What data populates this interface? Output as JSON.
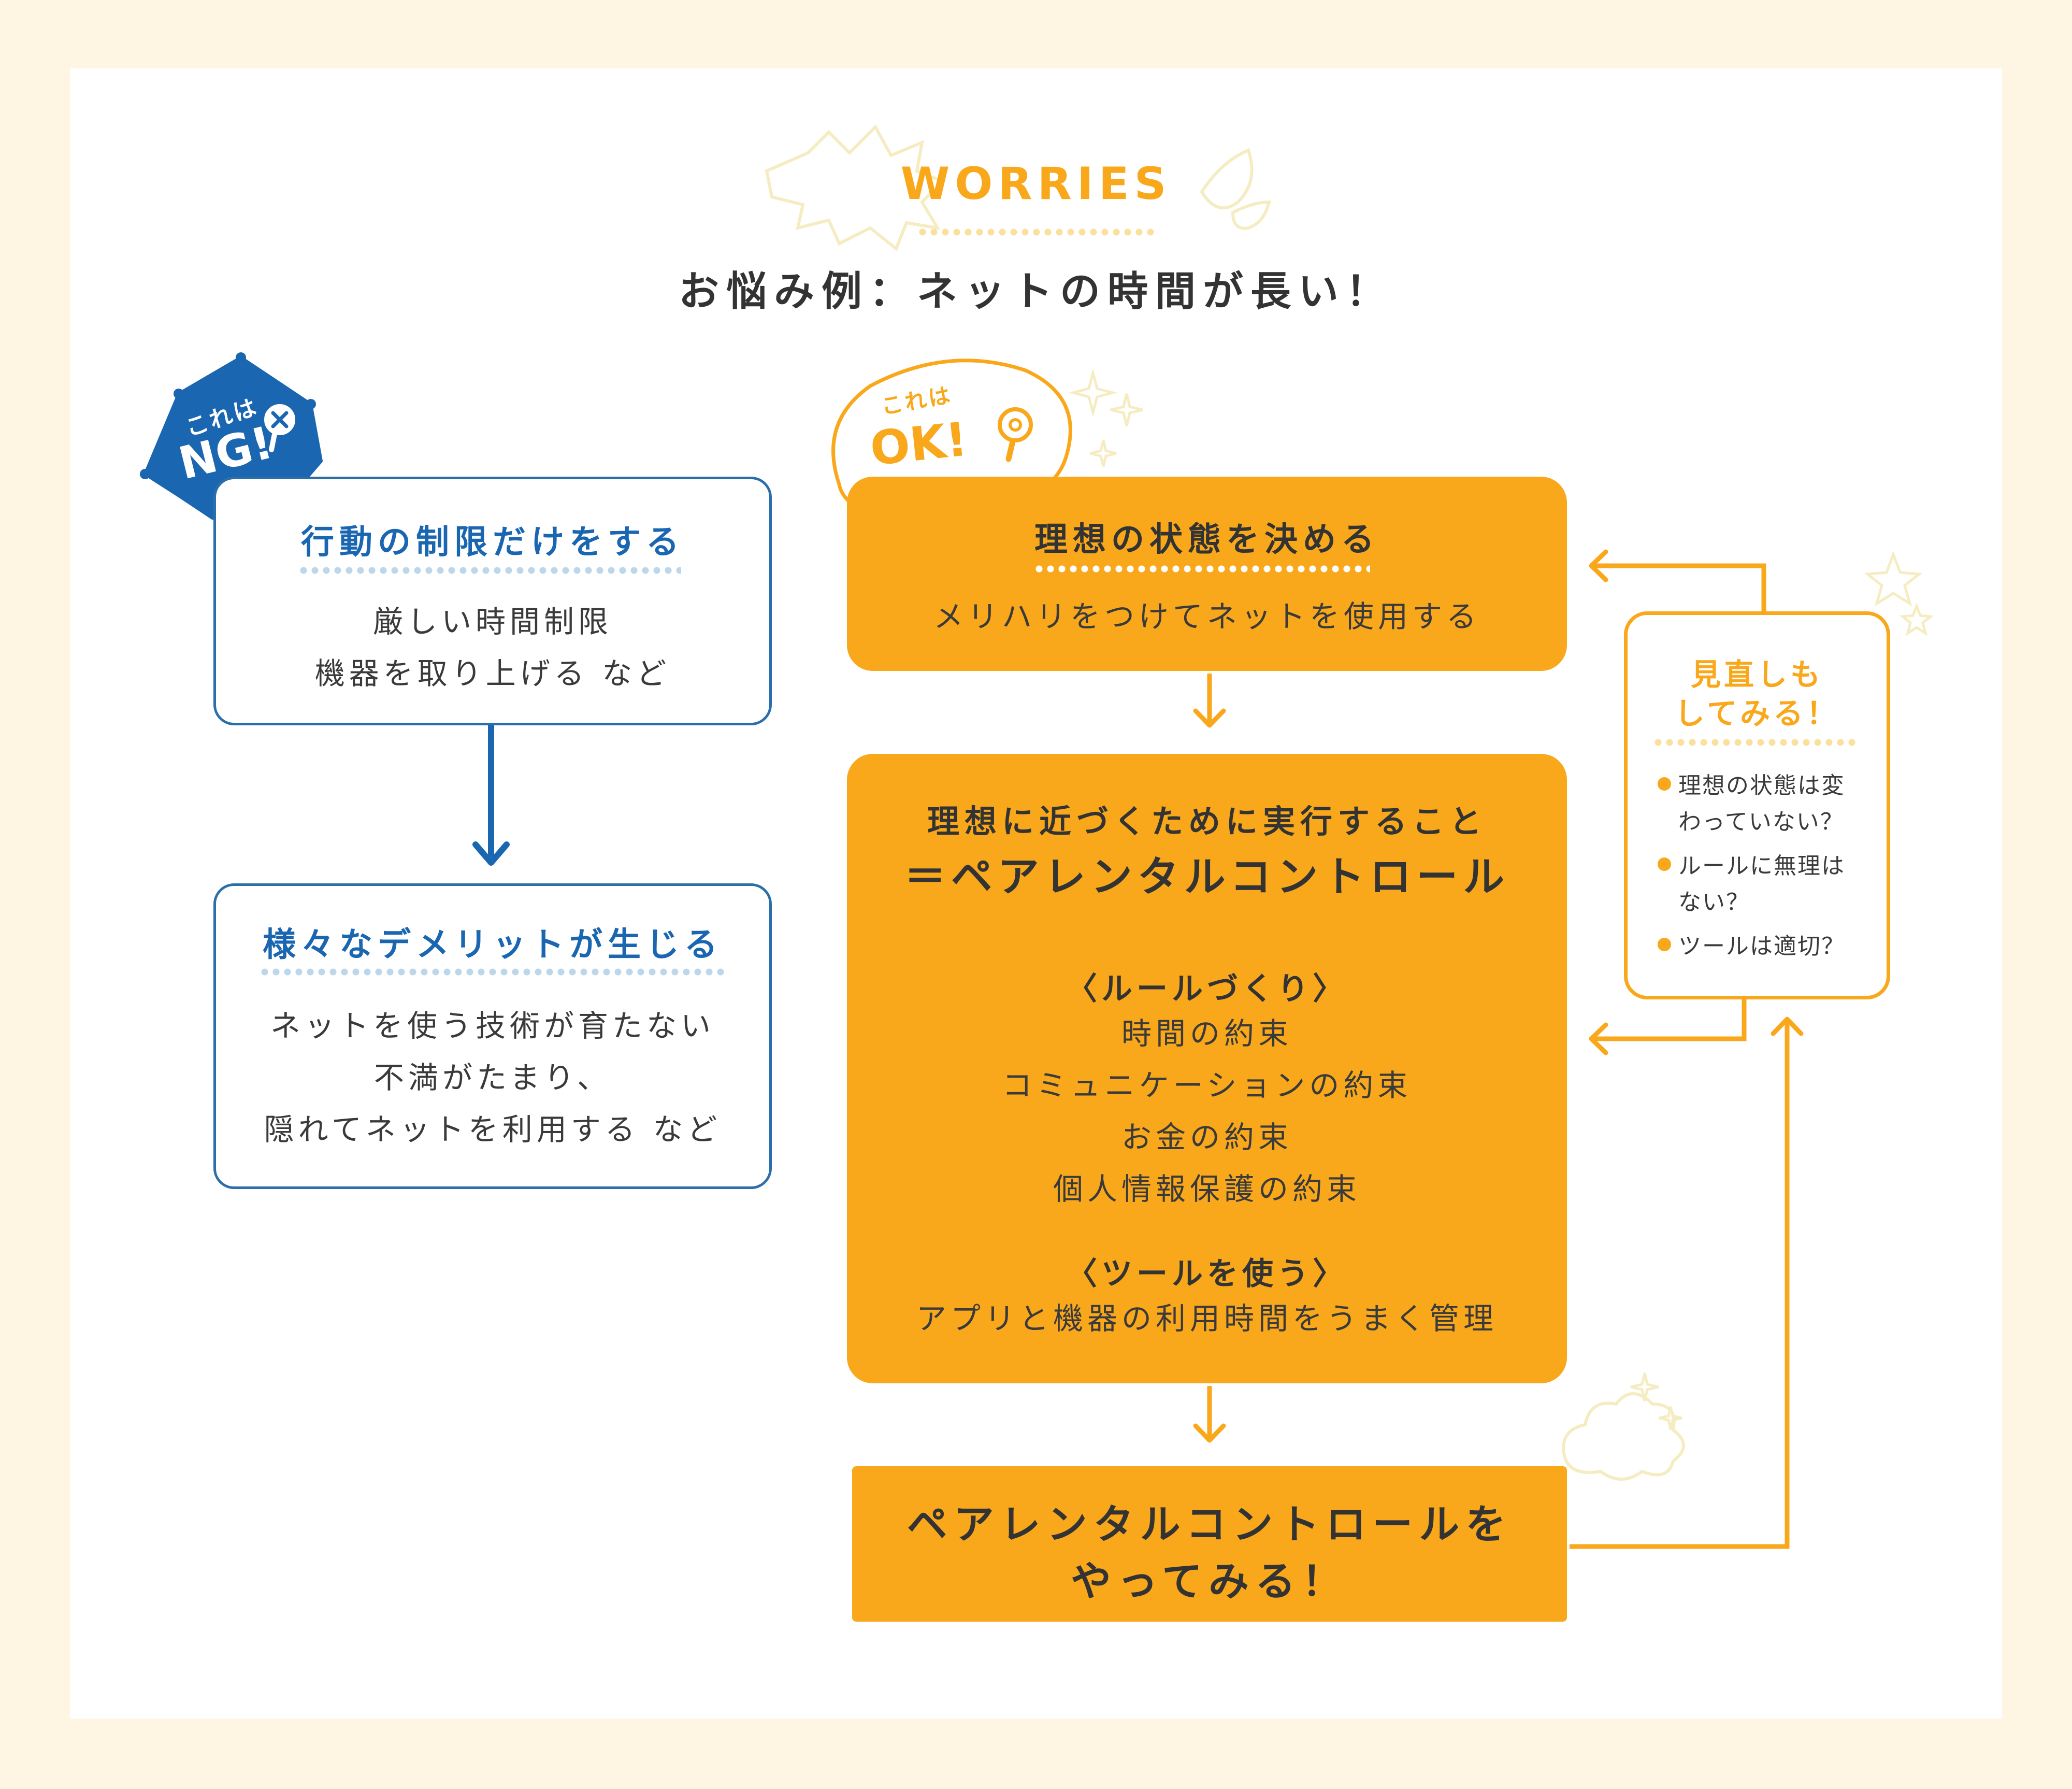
{
  "header": {
    "eyebrow": "WORRIES",
    "title": "お悩み例：ネットの時間が長い！"
  },
  "ng": {
    "badge_small": "これは",
    "badge_big": "NG!",
    "box1_title": "行動の制限だけをする",
    "box1_lines": [
      "厳しい時間制限",
      "機器を取り上げる など"
    ],
    "box2_title": "様々なデメリットが生じる",
    "box2_lines": [
      "ネットを使う技術が育たない",
      "不満がたまり、",
      "隠れてネットを利用する など"
    ]
  },
  "ok": {
    "badge_small": "これは",
    "badge_big": "OK!",
    "box1_title": "理想の状態を決める",
    "box1_line": "メリハリをつけてネットを使用する",
    "box2_title": "理想に近づくために実行すること",
    "box2_subtitle": "＝ペアレンタルコントロール",
    "rules_heading": "〈ルールづくり〉",
    "rules": [
      "時間の約束",
      "コミュニケーションの約束",
      "お金の約束",
      "個人情報保護の約束"
    ],
    "tools_heading": "〈ツールを使う〉",
    "tools": [
      "アプリと機器の利用時間をうまく管理"
    ],
    "final_line1": "ペアレンタルコントロールを",
    "final_line2": "やってみる！"
  },
  "review": {
    "title_line1": "見直しも",
    "title_line2": "してみる！",
    "items": [
      {
        "line1": "理想の状態は変",
        "line2": "わっていない？"
      },
      {
        "line1": "ルールに無理は",
        "line2": "ない？"
      },
      {
        "line1": "ツールは適切？",
        "line2": ""
      }
    ]
  },
  "colors": {
    "frame": "#fef6e2",
    "blue": "#2a6fa9",
    "blue_title": "#1a66b1",
    "orange": "#f9a81b",
    "text": "#3a3a3a"
  }
}
